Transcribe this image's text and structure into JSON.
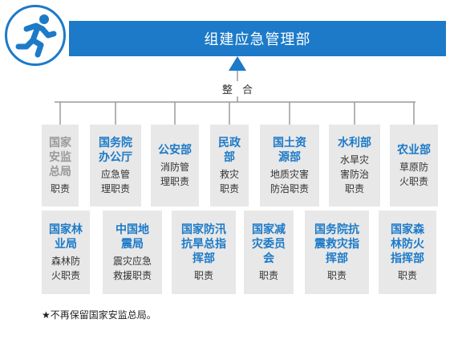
{
  "title": "组建应急管理部",
  "merge_label": "整 合",
  "top_row": [
    {
      "name": "国家\n安监\n总局",
      "duty": "职责",
      "style": "gray"
    },
    {
      "name": "国务院\n办公厅",
      "duty": "应急管\n理职责",
      "style": "blue"
    },
    {
      "name": "公安部",
      "duty": "消防管\n理职责",
      "style": "blue"
    },
    {
      "name": "民政\n部",
      "duty": "救灾\n职责",
      "style": "blue"
    },
    {
      "name": "国土资\n源部",
      "duty": "地质灾害\n防治职责",
      "style": "blue"
    },
    {
      "name": "水利部",
      "duty": "水旱灾\n害防治\n职责",
      "style": "blue"
    },
    {
      "name": "农业部",
      "duty": "草原防\n火职责",
      "style": "blue"
    }
  ],
  "bottom_row": [
    {
      "name": "国家林\n业局",
      "duty": "森林防\n火职责",
      "style": "blue"
    },
    {
      "name": "中国地\n震局",
      "duty": "震灾应急\n救援职责",
      "style": "blue"
    },
    {
      "name": "国家防汛\n抗旱总指\n挥部",
      "duty": "职责",
      "style": "blue"
    },
    {
      "name": "国家减\n灾委员\n会",
      "duty": "职责",
      "style": "blue"
    },
    {
      "name": "国务院抗\n震救灾指\n挥部",
      "duty": "职责",
      "style": "blue"
    },
    {
      "name": "国家森\n林防火\n指挥部",
      "duty": "职责",
      "style": "blue"
    }
  ],
  "footnote": "★不再保留国家安监总局。",
  "colors": {
    "accent": "#1c7ac8",
    "box_bg": "#e8e8e8",
    "gray_text": "#9a9a9a"
  },
  "icons": {
    "logo": "running-man-icon",
    "arrow": "arrow-up-icon"
  }
}
